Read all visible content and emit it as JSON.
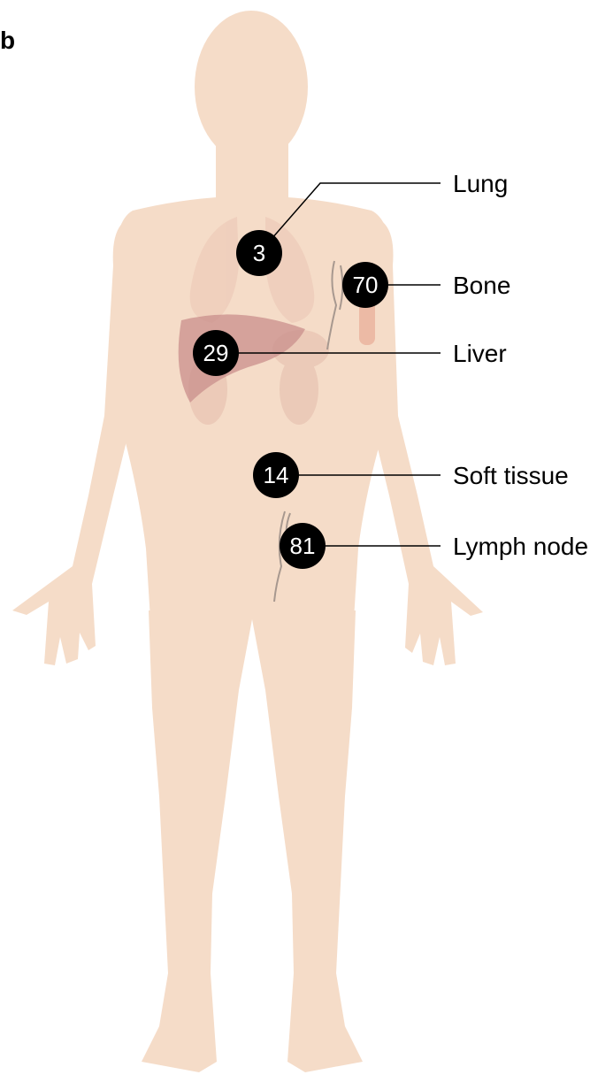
{
  "panel_label": "b",
  "sites": [
    {
      "name": "Lung",
      "count": "3"
    },
    {
      "name": "Bone",
      "count": "70"
    },
    {
      "name": "Liver",
      "count": "29"
    },
    {
      "name": "Soft tissue",
      "count": "14"
    },
    {
      "name": "Lymph node",
      "count": "81"
    }
  ],
  "colors": {
    "body": "#f5dcc8",
    "organ": "#e8c3b3",
    "liver": "#c98f8c",
    "lymph": "#a7988f",
    "badge": "#000000",
    "line": "#000000"
  }
}
